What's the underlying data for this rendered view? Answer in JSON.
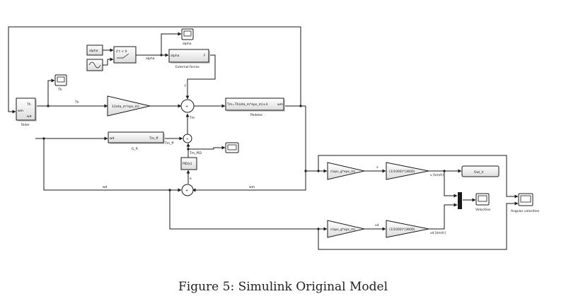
{
  "caption": "Figure 5: Simulink Original Model",
  "blocks": {
    "alpha_const": "alpha",
    "switch": "if t < 0",
    "alpha_signal": "alpha",
    "external_forces": "External forces",
    "external_forces_in": "alpha",
    "external_forces_out": "F",
    "alpha_scope": "alpha",
    "th_scope": "Th",
    "rider": "Rider",
    "rider_th": "Th",
    "rider_wd": "wd",
    "rider_wm": "wm",
    "gain_1": "1/(eta_m*eps_m)",
    "pedelec": "Pedelec",
    "pedelec_eq": "Tm=Th(eta_m*eps_m)+d",
    "pedelec_out": "wm",
    "g_r": "G_R",
    "g_r_out": "Tm_ff",
    "g_r_in": "wd",
    "pid": "PID(s)",
    "gain_v": "r(eps_g*eps_m)",
    "gain_vd": "r(eps_g*eps_m)",
    "kmh_v": "(1/1000)*(3600)",
    "kmh_vd": "(1/1000)*(3600)",
    "kmh_v_label": "v [km/h]",
    "kmh_vd_label": "vd [km/h]",
    "out_v": "Out_V",
    "velocities": "Velocities",
    "angular_velocities": "Angular velocities"
  },
  "signals": {
    "alpha": "alpha",
    "F": "F",
    "Th": "Th",
    "Tm": "Tm",
    "Tm_PID": "Tm_PID",
    "Tm_ff": "Tm_ff",
    "e": "e",
    "wd": "wd",
    "wm": "wm",
    "v": "v",
    "vd": "vd"
  }
}
